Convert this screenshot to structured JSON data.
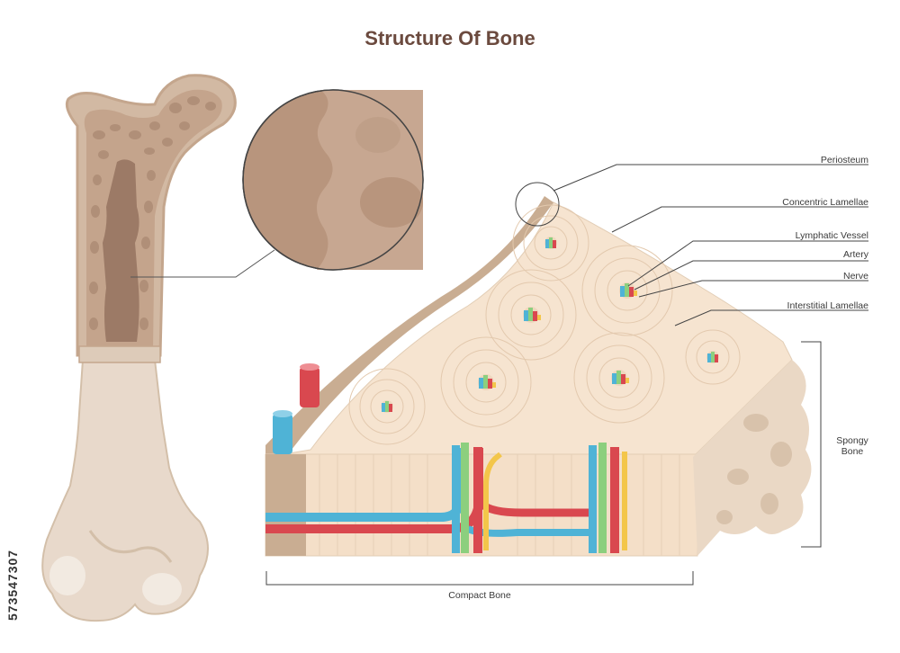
{
  "title": "Structure Of Bone",
  "labels": {
    "periosteum": "Periosteum",
    "concentric_lamellae": "Concentric Lamellae",
    "lymphatic_vessel": "Lymphatic Vessel",
    "artery": "Artery",
    "nerve": "Nerve",
    "interstitial_lamellae": "Interstitial Lamellae",
    "spongy_bone_line1": "Spongy",
    "spongy_bone_line2": "Bone",
    "compact_bone": "Compact Bone"
  },
  "stock_id": "573547307",
  "colors": {
    "title": "#6b4a3e",
    "bone_outer": "#d8c3ae",
    "bone_inner": "#b59782",
    "marrow": "#8f6d5a",
    "compact_block": "#f6e4d0",
    "periosteum": "#c9ad92",
    "artery": "#d9484f",
    "vein": "#4fb3d6",
    "lymph": "#8ccf7e",
    "nerve": "#f3c64a"
  }
}
